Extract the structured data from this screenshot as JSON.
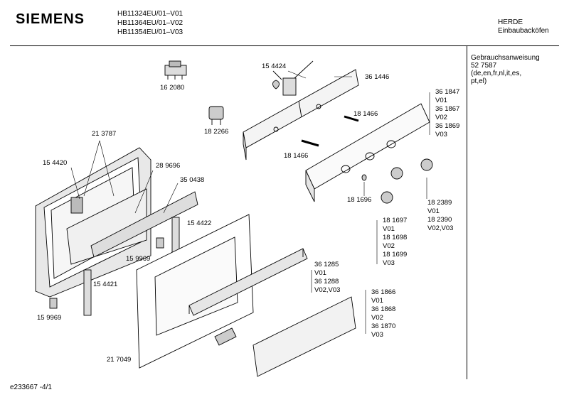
{
  "header": {
    "brand": "SIEMENS",
    "models": [
      "HB11324EU/01–V01",
      "HB11364EU/01–V02",
      "HB11354EU/01–V03"
    ],
    "category": "HERDE",
    "subcategory": "Einbaubacköfen"
  },
  "side_panel": {
    "lines": [
      "Gebrauchsanweisung",
      "52 7587",
      "(de,en,fr,nl,it,es,",
      "pt,el)"
    ]
  },
  "labels": {
    "p162080": "16 2080",
    "p154424": "15 4424",
    "p361446": "36 1446",
    "p182266": "18 2266",
    "p181466a": "18 1466",
    "p181466b": "18 1466",
    "p213787": "21 3787",
    "p154420": "15 4420",
    "p289696": "28 9696",
    "p350438": "35 0438",
    "p154422": "15 4422",
    "p159969a": "15 9969",
    "p154421": "15 4421",
    "p159969b": "15 9969",
    "p217049": "21 7049",
    "p181696": "18 1696"
  },
  "groups": {
    "panel": [
      "36 1847",
      "V01",
      "36 1867",
      "V02",
      "36 1869",
      "V03"
    ],
    "knobs": [
      "18 2389",
      "V01",
      "18 2390",
      "V02,V03"
    ],
    "knob_small": [
      "18 1697",
      "V01",
      "18 1698",
      "V02",
      "18 1699",
      "V03"
    ],
    "handle": [
      "36 1285",
      "V01",
      "36 1288",
      "V02,V03"
    ],
    "strip": [
      "36 1866",
      "V01",
      "36 1868",
      "V02",
      "36 1870",
      "V03"
    ]
  },
  "footer": {
    "code": "e233667  -4/1"
  }
}
